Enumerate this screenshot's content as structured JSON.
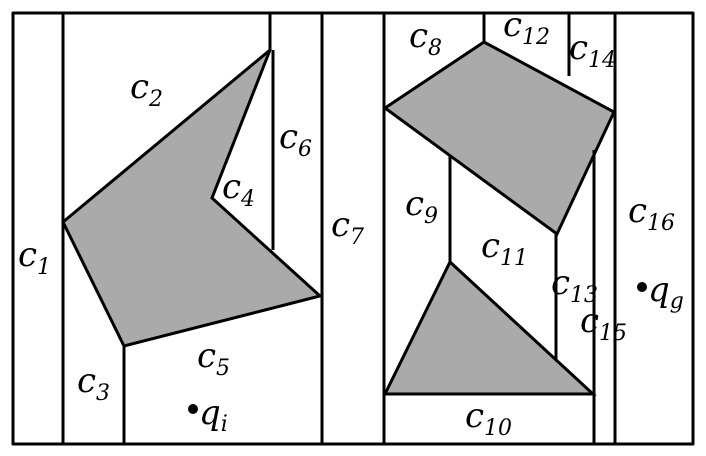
{
  "cells": [
    {
      "id": "c1",
      "letter": "c",
      "index": "1"
    },
    {
      "id": "c2",
      "letter": "c",
      "index": "2"
    },
    {
      "id": "c3",
      "letter": "c",
      "index": "3"
    },
    {
      "id": "c4",
      "letter": "c",
      "index": "4"
    },
    {
      "id": "c5",
      "letter": "c",
      "index": "5"
    },
    {
      "id": "c6",
      "letter": "c",
      "index": "6"
    },
    {
      "id": "c7",
      "letter": "c",
      "index": "7"
    },
    {
      "id": "c8",
      "letter": "c",
      "index": "8"
    },
    {
      "id": "c9",
      "letter": "c",
      "index": "9"
    },
    {
      "id": "c10",
      "letter": "c",
      "index": "10"
    },
    {
      "id": "c11",
      "letter": "c",
      "index": "11"
    },
    {
      "id": "c12",
      "letter": "c",
      "index": "12"
    },
    {
      "id": "c13",
      "letter": "c",
      "index": "13"
    },
    {
      "id": "c14",
      "letter": "c",
      "index": "14"
    },
    {
      "id": "c15",
      "letter": "c",
      "index": "15"
    },
    {
      "id": "c16",
      "letter": "c",
      "index": "16"
    }
  ],
  "points": [
    {
      "id": "qi",
      "letter": "q",
      "index": "i"
    },
    {
      "id": "qg",
      "letter": "q",
      "index": "g"
    }
  ],
  "colors": {
    "obstacle_fill": "#aaaaaa",
    "lines": "#000000",
    "background": "#ffffff"
  }
}
